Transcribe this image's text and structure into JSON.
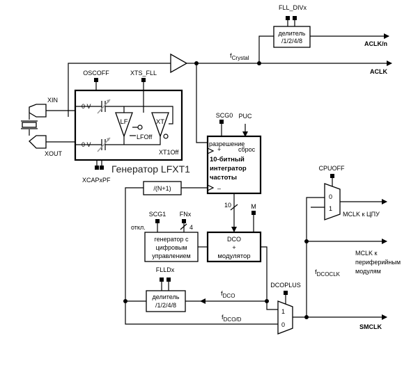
{
  "signals": {
    "fll_divx": "FLL_DIVx",
    "aclk_n": "ACLK/n",
    "aclk": "ACLK",
    "f_crystal_f": "f",
    "f_crystal_sub": "Crystal",
    "xin": "XIN",
    "xout": "XOUT",
    "oscoff": "OSCOFF",
    "xts_fll": "XTS_FLL",
    "xcapxpf": "XCAPxPF",
    "scg0": "SCG0",
    "puc": "PUC",
    "cpuoff": "CPUOFF",
    "mclk_cpu": "MCLK к ЦПУ",
    "mclk_periph_1": "MCLK к",
    "mclk_periph_2": "периферийным",
    "mclk_periph_3": "модулям",
    "f_dcoclk_f": "f",
    "f_dcoclk_sub": "DCOCLK",
    "dcoplus": "DCOPLUS",
    "smclk": "SMCLK",
    "f_dco_f": "f",
    "f_dco_sub": "DCO",
    "f_dcod_f": "f",
    "f_dcod_sub": "DCO/D",
    "scg1": "SCG1",
    "fnx": "FNx",
    "otkl": "откл.",
    "fn_width": "4",
    "flldx": "FLLDx",
    "bus_10": "10",
    "m": "M"
  },
  "divider_top": {
    "line1": "делитель",
    "line2": "/1/2/4/8"
  },
  "divider_bottom": {
    "line1": "делитель",
    "line2": "/1/2/4/8"
  },
  "lfxt1": {
    "title": "Генератор LFXT1",
    "zero_v_top": "0 V",
    "zero_v_bottom": "0 V",
    "lf": "LF",
    "xt": "XT",
    "lfoff": "LFOff",
    "xt1off": "XT1Off"
  },
  "integrator": {
    "enable": "разрешение",
    "reset": "сброс",
    "plus": "+",
    "minus": "–",
    "line1": "10-битный",
    "line2": "интегратор",
    "line3": "частоты"
  },
  "n_plus_1": "/(N+1)",
  "dig_gen": {
    "line1": "генератор с",
    "line2": "цифровым",
    "line3": "управлением"
  },
  "dco_mod": {
    "line1": "DCO",
    "line2": "+",
    "line3": "модулятор"
  },
  "mux_cpu": {
    "in0": "0",
    "in1": "1"
  },
  "mux_dco": {
    "in1": "1",
    "in0": "0"
  }
}
